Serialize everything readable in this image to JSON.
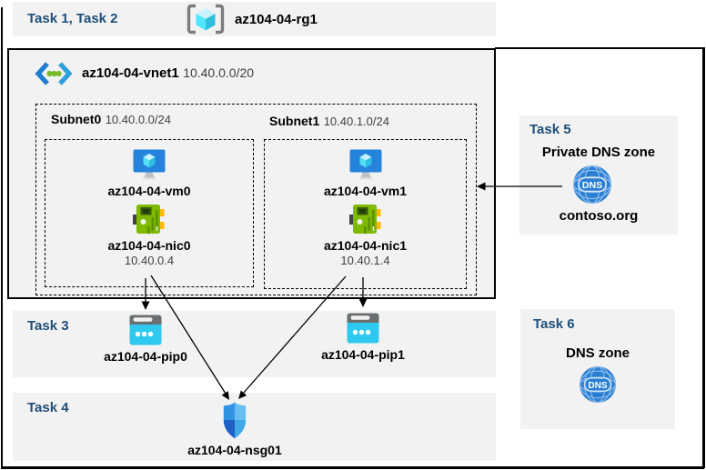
{
  "colors": {
    "task_heading_blue": "#1F4E79",
    "panel_gray": "#F2F2F2",
    "diagram_border": "#000000",
    "pip_cyan": "#2FC9F0",
    "nic_green": "#7FBA00",
    "vm_blue": "#2583DC",
    "dns_blue": "#2A7FD4",
    "vnet_dot_green": "#76BC2D"
  },
  "header": {
    "task_label": "Task 1, Task 2",
    "resource_group": "az104-04-rg1"
  },
  "vnet": {
    "name": "az104-04-vnet1",
    "cidr": "10.40.0.0/20",
    "subnets": [
      {
        "name": "Subnet0",
        "cidr": "10.40.0.0/24",
        "vm": "az104-04-vm0",
        "nic": "az104-04-nic0",
        "ip": "10.40.0.4"
      },
      {
        "name": "Subnet1",
        "cidr": "10.40.1.0/24",
        "vm": "az104-04-vm1",
        "nic": "az104-04-nic1",
        "ip": "10.40.1.4"
      }
    ]
  },
  "task3": {
    "label": "Task 3",
    "pip0": "az104-04-pip0",
    "pip1": "az104-04-pip1"
  },
  "task4": {
    "label": "Task 4",
    "nsg": "az104-04-nsg01"
  },
  "task5": {
    "label": "Task 5",
    "title": "Private DNS zone",
    "zone": "contoso.org",
    "dns_badge": "DNS"
  },
  "task6": {
    "label": "Task 6",
    "title": "DNS zone",
    "dns_badge": "DNS"
  },
  "icons": {
    "resource_group": "resource-group-icon",
    "vnet": "virtual-network-icon",
    "vm": "virtual-machine-icon",
    "nic": "network-interface-icon",
    "pip": "public-ip-icon",
    "nsg": "network-security-group-icon",
    "dns": "dns-zone-icon"
  }
}
